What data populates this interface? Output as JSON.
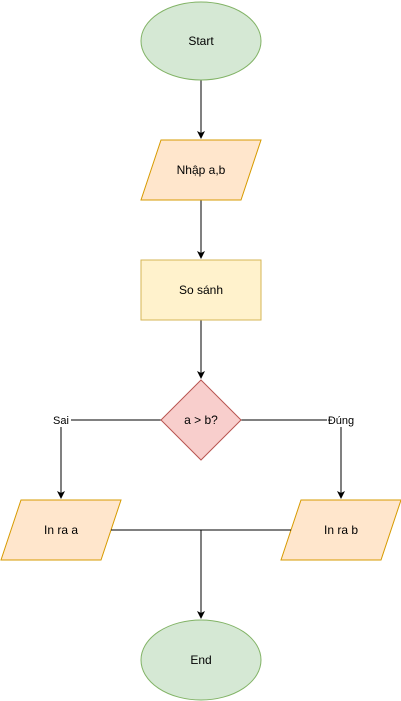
{
  "flowchart": {
    "nodes": {
      "start": {
        "shape": "ellipse",
        "label": "Start",
        "fill": "#d5e8d4",
        "stroke": "#82b366"
      },
      "input": {
        "shape": "parallelogram",
        "label": "Nhập a,b",
        "fill": "#ffe6cc",
        "stroke": "#d79b00"
      },
      "compare": {
        "shape": "rectangle",
        "label": "So sánh",
        "fill": "#fff2cc",
        "stroke": "#d6b656"
      },
      "decision": {
        "shape": "diamond",
        "label": "a > b?",
        "fill": "#f8cecc",
        "stroke": "#b85450"
      },
      "output_a": {
        "shape": "parallelogram",
        "label": "In ra a",
        "fill": "#ffe6cc",
        "stroke": "#d79b00"
      },
      "output_b": {
        "shape": "parallelogram",
        "label": "In ra b",
        "fill": "#ffe6cc",
        "stroke": "#d79b00"
      },
      "end": {
        "shape": "ellipse",
        "label": "End",
        "fill": "#d5e8d4",
        "stroke": "#82b366"
      }
    },
    "edges": {
      "start_to_input": {
        "from": "start",
        "to": "input",
        "label": ""
      },
      "input_to_compare": {
        "from": "input",
        "to": "compare",
        "label": ""
      },
      "compare_to_decision": {
        "from": "compare",
        "to": "decision",
        "label": ""
      },
      "decision_to_output_a": {
        "from": "decision",
        "to": "output_a",
        "label": "Sai"
      },
      "decision_to_output_b": {
        "from": "decision",
        "to": "output_b",
        "label": "Đúng"
      },
      "outputs_to_end": {
        "from": "output_a",
        "to": "end",
        "label": ""
      }
    }
  }
}
